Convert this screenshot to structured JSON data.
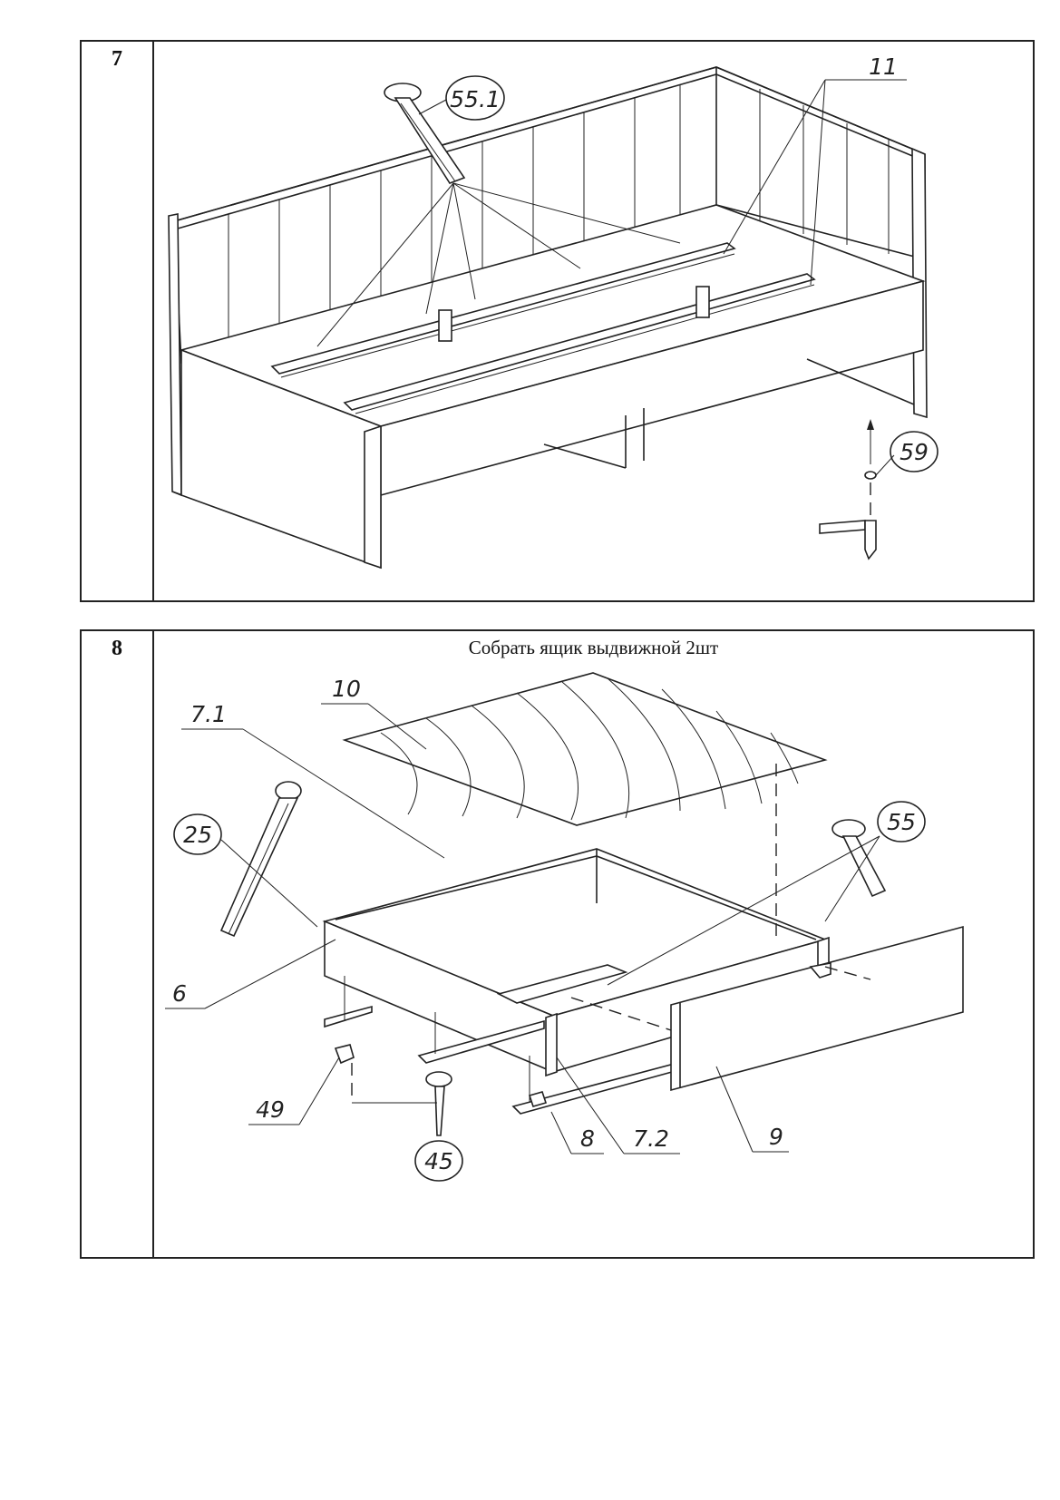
{
  "steps": [
    {
      "number": "7",
      "caption": "",
      "callouts": {
        "screw_long": "55.1",
        "rail": "11",
        "leg_glide": "59"
      }
    },
    {
      "number": "8",
      "caption": "Собрать ящик выдвижной 2шт",
      "callouts": {
        "bottom_panel": "10",
        "side_panel": "7.1",
        "dowel": "25",
        "confirmat": "55",
        "back_panel": "6",
        "runner_clip": "49",
        "wood_screw": "45",
        "slat": "8",
        "side_panel_2": "7.2",
        "front_panel": "9"
      }
    }
  ]
}
